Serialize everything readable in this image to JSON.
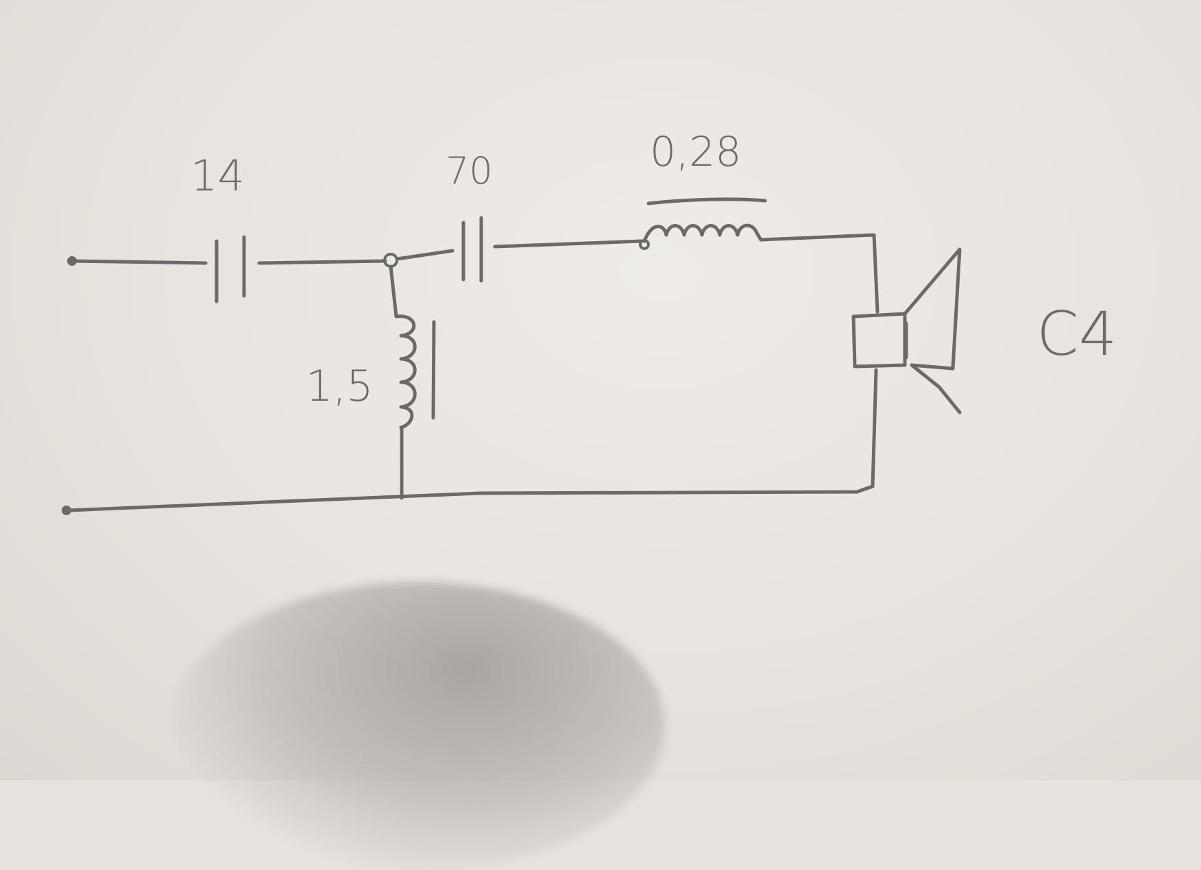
{
  "diagram": {
    "labels": {
      "c1": "14",
      "c2": "70",
      "l_series": "0,28",
      "l_shunt": "1,5",
      "speaker": "C4"
    },
    "colors": {
      "paper": "#e7e3de",
      "pencil": "#6a6a6a"
    }
  }
}
